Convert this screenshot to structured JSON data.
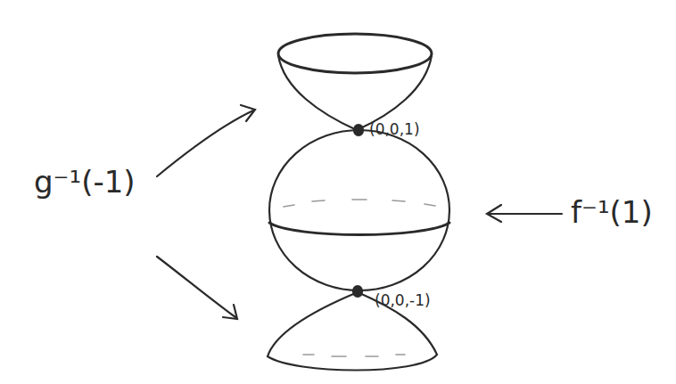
{
  "diagram": {
    "labels": [
      "g⁻¹(-1)",
      "f⁻¹(1)",
      "(0,0,1)",
      "(0,0,-1)"
    ]
  }
}
